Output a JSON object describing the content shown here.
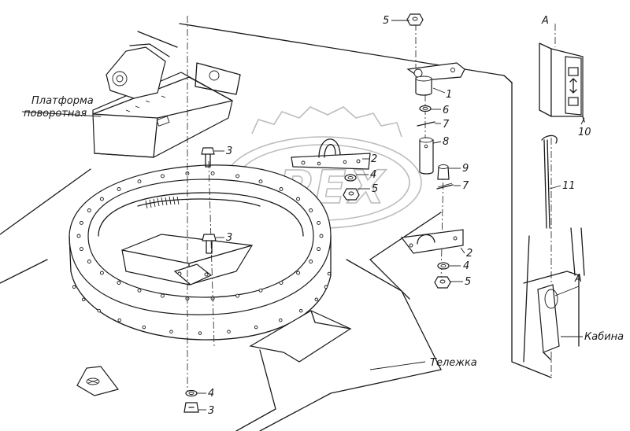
{
  "labels": {
    "platform": [
      "Платформа",
      "поворотная"
    ],
    "trolley": "Тележка",
    "cabin": "Кабина",
    "view_a_top": "А",
    "view_a_bottom": "А"
  },
  "callouts": {
    "c5_top": "5",
    "c1": "1",
    "c6": "6",
    "c7_top": "7",
    "c8": "8",
    "c9": "9",
    "c7_mid": "7",
    "c2_upper": "2",
    "c4_upper": "4",
    "c5_upper": "5",
    "c3_upper": "3",
    "c3_mid": "3",
    "c2_lower": "2",
    "c4_lower": "4",
    "c5_lower": "5",
    "c4_bottom": "4",
    "c3_bottom": "3",
    "c10": "10",
    "c11": "11"
  },
  "watermark": {
    "name": "opex-watermark-logo",
    "color": "#bdbdbd"
  },
  "colors": {
    "ink": "#1a1a1a",
    "paper": "#ffffff"
  }
}
